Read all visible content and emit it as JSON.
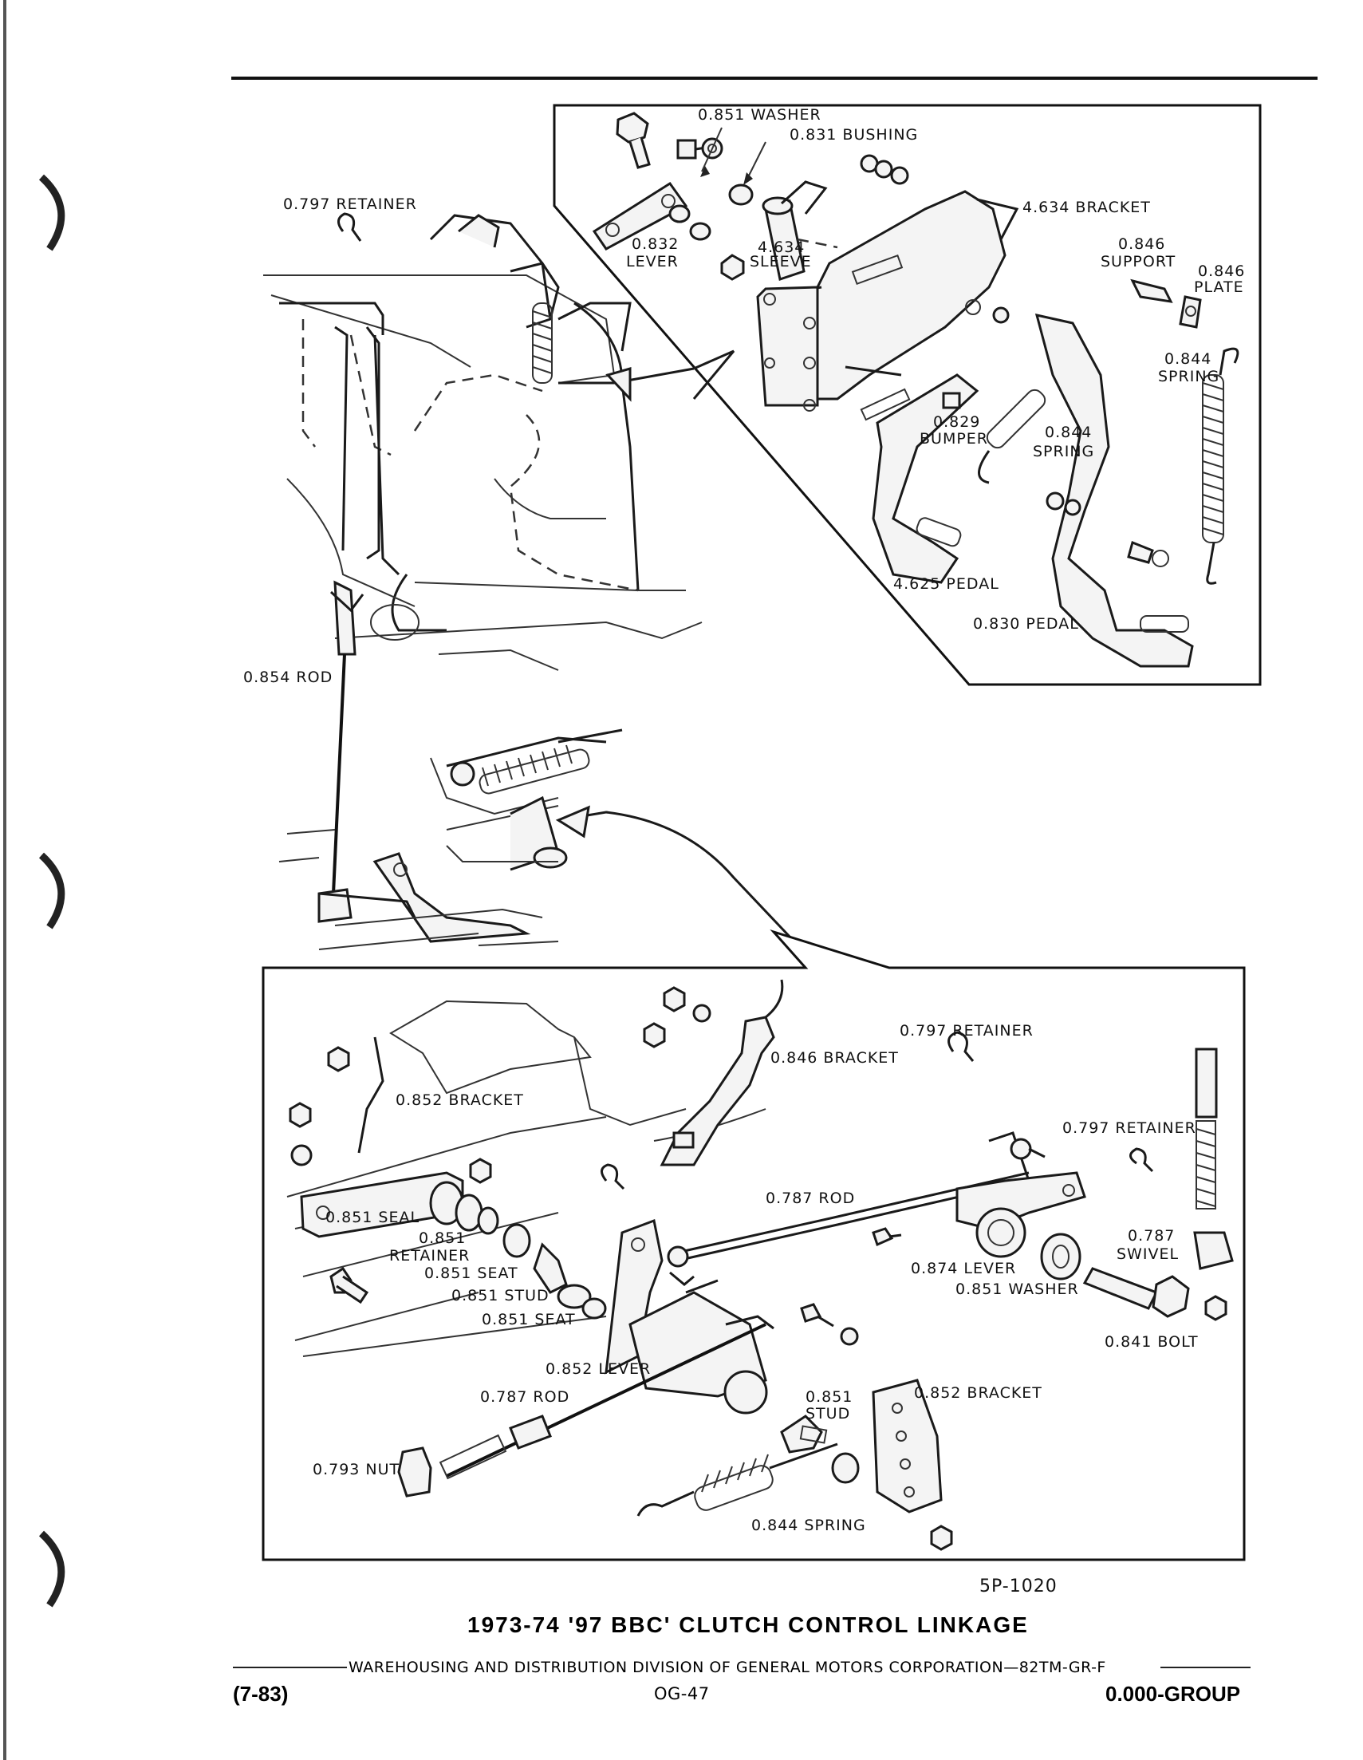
{
  "top_callouts": {
    "washer": "0.851 WASHER",
    "bushing": "0.831 BUSHING",
    "bracket": "4.634 BRACKET",
    "support_num": "0.846",
    "support": "SUPPORT",
    "plate_num": "0.846",
    "plate": "PLATE",
    "lever_num": "0.832",
    "lever": "LEVER",
    "sleeve_num": "4.634",
    "sleeve": "SLEEVE",
    "spring_right_num": "0.844",
    "spring_right": "SPRING",
    "bumper_num": "0.829",
    "bumper": "BUMPER",
    "spring_mid_num": "0.844",
    "spring_mid": "SPRING",
    "pedal_left": "4.625 PEDAL",
    "pedal_right": "0.830 PEDAL"
  },
  "middle_callouts": {
    "retainer": "0.797 RETAINER",
    "rod": "0.854 ROD"
  },
  "bottom_callouts": {
    "retainer_top": "0.797 RETAINER",
    "bracket_top": "0.846 BRACKET",
    "bracket_left": "0.852 BRACKET",
    "retainer_right": "0.797 RETAINER",
    "rod_mid": "0.787 ROD",
    "seal": "0.851 SEAL",
    "retainer_num": "0.851",
    "retainer": "RETAINER",
    "seat_1": "0.851 SEAT",
    "stud_1": "0.851 STUD",
    "seat_2": "0.851 SEAT",
    "lever_874": "0.874 LEVER",
    "washer": "0.851 WASHER",
    "swivel_num": "0.787",
    "swivel": "SWIVEL",
    "bolt": "0.841 BOLT",
    "lever_852": "0.852 LEVER",
    "rod_low": "0.787 ROD",
    "stud_2_num": "0.851",
    "stud_2": "STUD",
    "bracket_low": "0.852 BRACKET",
    "nut": "0.793 NUT",
    "spring": "0.844 SPRING"
  },
  "figure_number": "5P-1020",
  "title": "1973-74 '97 BBC' CLUTCH CONTROL LINKAGE",
  "footer": {
    "line": "WAREHOUSING AND DISTRIBUTION  DIVISION OF GENERAL MOTORS CORPORATION—82TM-GR-F",
    "date": "(7-83)",
    "page": "OG-47",
    "group": "0.000-GROUP"
  },
  "colors": {
    "ink": "#111111",
    "paper": "#ffffff"
  }
}
